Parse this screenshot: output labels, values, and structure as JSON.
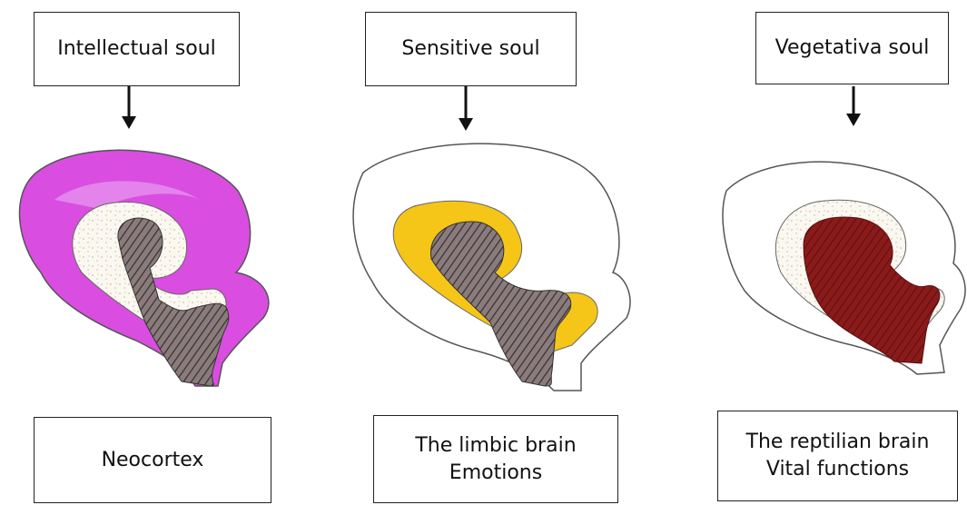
{
  "columns": [
    {
      "soul_label": "Intellectual soul",
      "brain_lines": [
        "Neocortex"
      ]
    },
    {
      "soul_label": "Sensitive soul",
      "brain_lines": [
        "The limbic brain",
        "Emotions"
      ]
    },
    {
      "soul_label": "Vegetativa soul",
      "brain_lines": [
        "The reptilian brain",
        "Vital functions"
      ]
    }
  ],
  "colors": {
    "neocortex": "#d94ee0",
    "limbic": "#f5c518",
    "reptilian": "#8b1a1a",
    "hatched_core": "#7a6b6b",
    "outline": "#444444"
  }
}
